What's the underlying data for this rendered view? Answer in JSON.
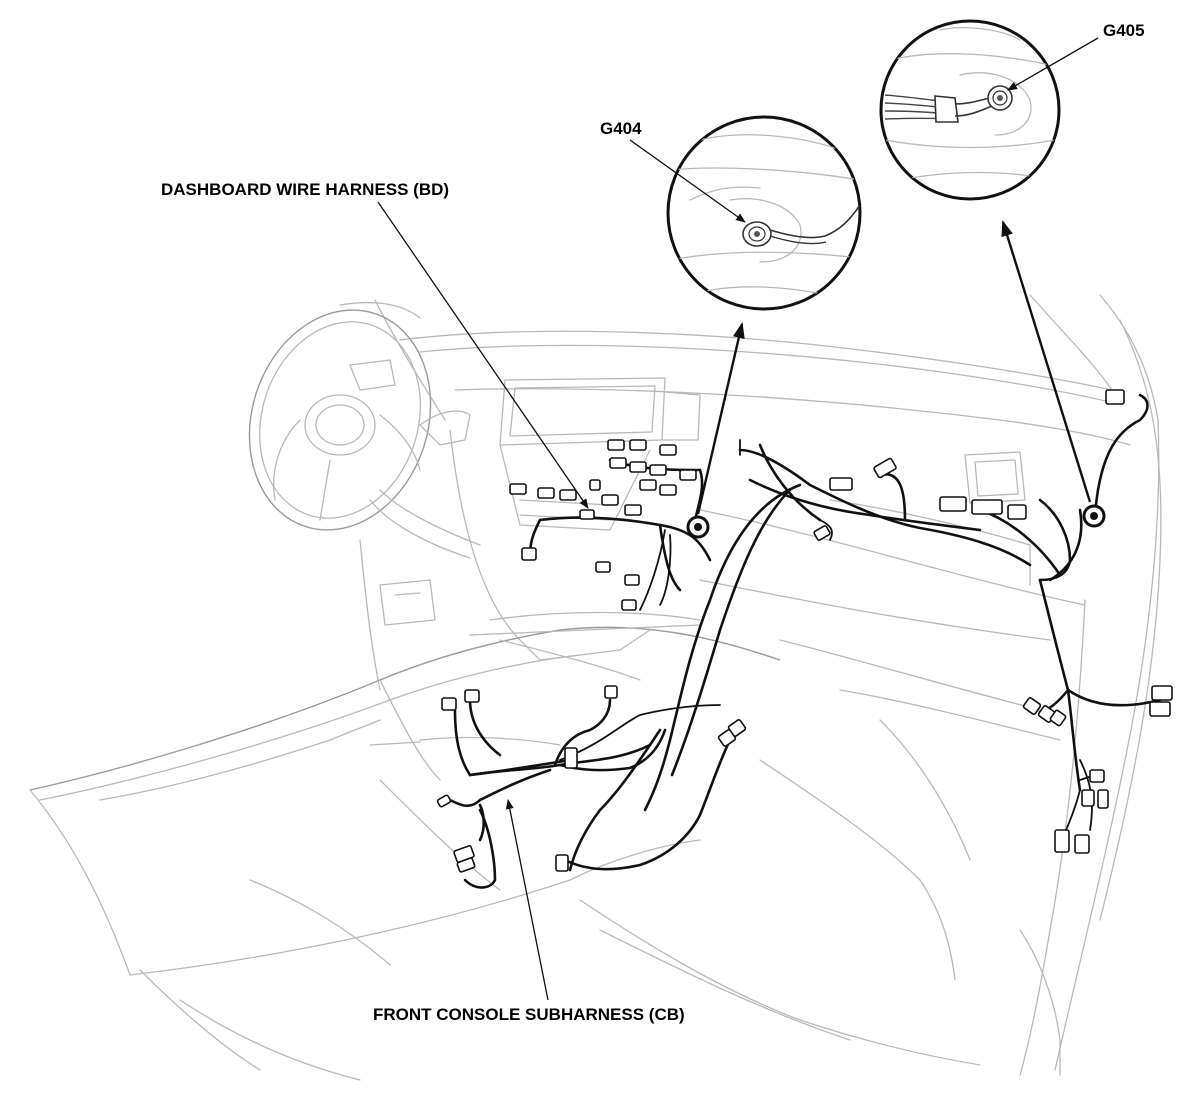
{
  "labels": {
    "dashboard_harness": "DASHBOARD WIRE HARNESS (BD)",
    "front_console_subharness": "FRONT CONSOLE SUBHARNESS (CB)",
    "g404": "G404",
    "g405": "G405"
  },
  "colors": {
    "outline": "#b9b9b9",
    "harness": "#111111",
    "background": "#ffffff"
  }
}
